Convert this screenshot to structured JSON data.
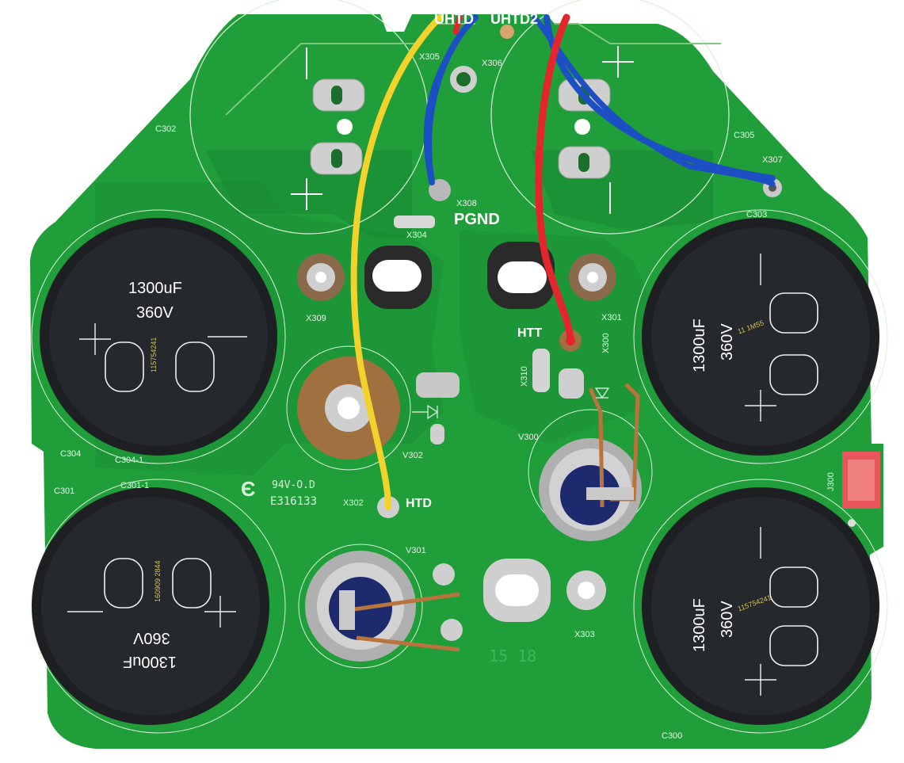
{
  "board": {
    "colors": {
      "pcb": "#1f9e3a",
      "pcb_dark": "#178530",
      "capacitor": "#1d1f22",
      "pad": "#c9c9c9",
      "wire_yellow": "#f2d22b",
      "wire_blue": "#1d4fc4",
      "wire_red": "#e4262c",
      "copper": "#b8743c"
    },
    "net_labels": {
      "uhtd": "UHTD",
      "uhtd2": "UHTD2",
      "pgnd": "PGND",
      "htt": "HTT",
      "htd": "HTD"
    },
    "capacitors": [
      {
        "rating_uf": "1300uF",
        "rating_v": "360V",
        "ref": "C304",
        "ref2": "C304-1"
      },
      {
        "rating_uf": "1300uF",
        "rating_v": "360V",
        "ref": "C301",
        "ref2": "C301-1"
      },
      {
        "rating_uf": "1300uF",
        "rating_v": "360V",
        "ref": "C303"
      },
      {
        "rating_uf": "1300uF",
        "rating_v": "360V",
        "ref": "C300"
      }
    ],
    "outline_caps": {
      "left": "C302",
      "right": "C305"
    },
    "polarity": {
      "plus": "+",
      "minus": "−"
    },
    "cap_print": [
      "115754241",
      "160909 2844",
      "11 1M55"
    ],
    "refs": {
      "x305": "X305",
      "x306": "X306",
      "x307": "X307",
      "x308": "X308",
      "x304": "X304",
      "x309": "X309",
      "x301": "X301",
      "x300": "X300",
      "x310": "X310",
      "x302": "X302",
      "x303": "X303",
      "v300": "V300",
      "v301": "V301",
      "v302": "V302",
      "j300": "J300"
    },
    "ul_mark": {
      "rating": "94V-O.D",
      "file": "E316133"
    },
    "date_code": "15 18"
  }
}
